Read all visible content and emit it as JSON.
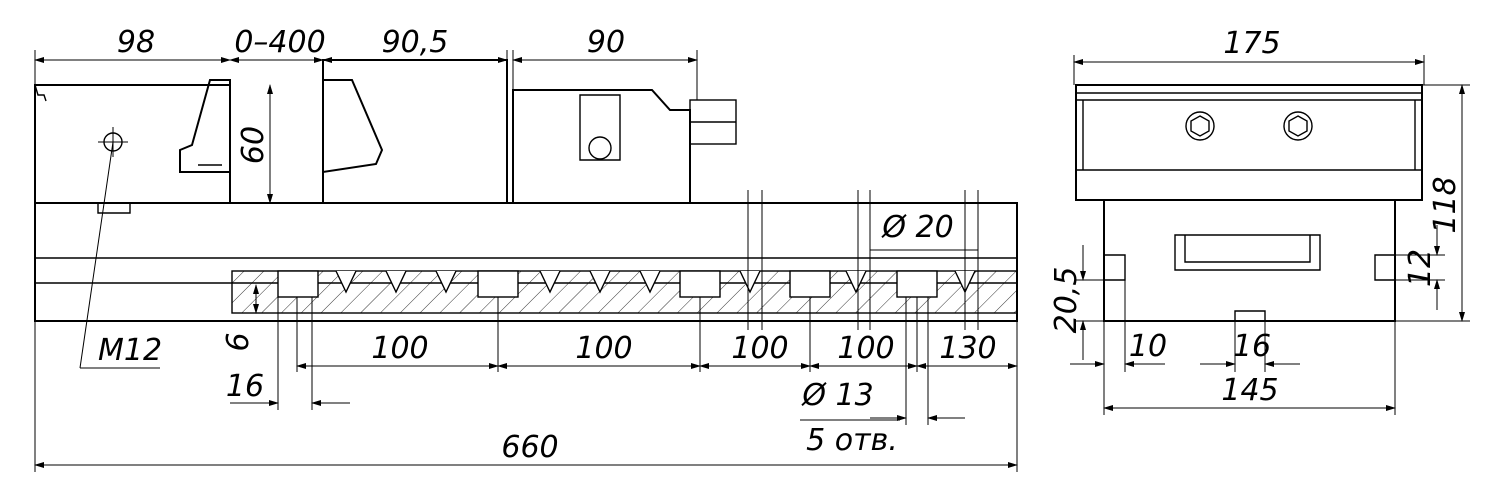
{
  "dimensions": {
    "front_98": "98",
    "front_0_400": "0–400",
    "front_90_5": "90,5",
    "front_90": "90",
    "front_60": "60",
    "front_6": "6",
    "front_16": "16",
    "front_100_a": "100",
    "front_100_b": "100",
    "front_100_c": "100",
    "front_100_d": "100",
    "front_130": "130",
    "front_660": "660",
    "dia_20": "Ø 20",
    "dia_13": "Ø 13",
    "holes_note": "5 отв.",
    "thread": "M12",
    "side_175": "175",
    "side_118": "118",
    "side_12": "12",
    "side_20_5": "20,5",
    "side_10": "10",
    "side_16": "16",
    "side_145": "145"
  }
}
